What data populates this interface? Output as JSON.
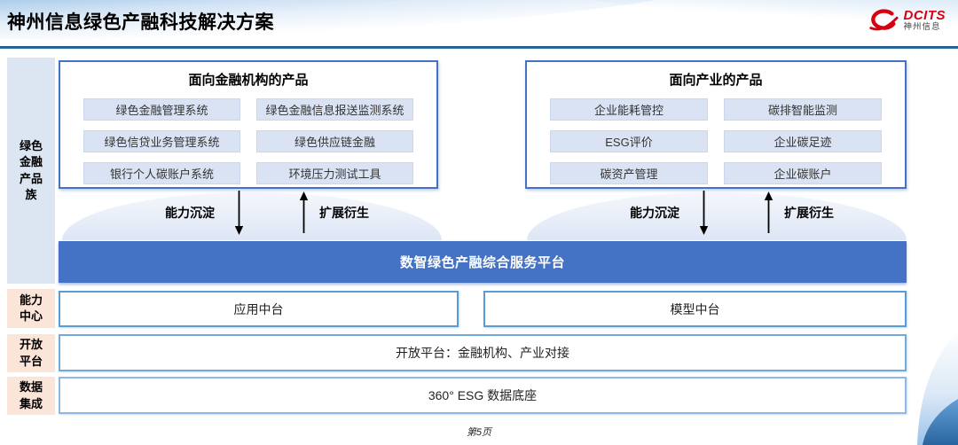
{
  "header": {
    "title": "神州信息绿色产融科技解决方案",
    "logo_brand": "DCITS",
    "logo_sub": "神州信息"
  },
  "sidebar": {
    "items": [
      {
        "label": "绿色金融产品族"
      },
      {
        "label": "能力中心"
      },
      {
        "label": "开放平台"
      },
      {
        "label": "数据集成"
      }
    ]
  },
  "product_groups": [
    {
      "title": "面向金融机构的产品",
      "items": [
        "绿色金融管理系统",
        "绿色金融信息报送监测系统",
        "绿色信贷业务管理系统",
        "绿色供应链金融",
        "银行个人碳账户系统",
        "环境压力测试工具"
      ]
    },
    {
      "title": "面向产业的产品",
      "items": [
        "企业能耗管控",
        "碳排智能监测",
        "ESG评价",
        "企业碳足迹",
        "碳资产管理",
        "企业碳账户"
      ]
    }
  ],
  "flow": {
    "down_label": "能力沉淀",
    "up_label": "扩展衍生"
  },
  "platform_banner": "数智绿色产融综合服务平台",
  "capability_center": {
    "app": "应用中台",
    "model": "模型中台"
  },
  "open_platform": "开放平台：金融机构、产业对接",
  "data_base": "360° ESG 数据底座",
  "footer": {
    "page": "第5页"
  },
  "colors": {
    "accent_blue": "#4472C4",
    "banner_blue": "#4472C4",
    "border_blue": "#5B9BD5",
    "light_border_blue": "#8FB9E2",
    "chip_bg": "#DAE3F3",
    "sidebar_blue_bg": "#DCE6F2",
    "sidebar_peach_bg": "#FBE5D9",
    "header_rule_blue": "#2E75B6",
    "logo_red": "#D7000F",
    "dome_blue": "#DEE6F5"
  }
}
